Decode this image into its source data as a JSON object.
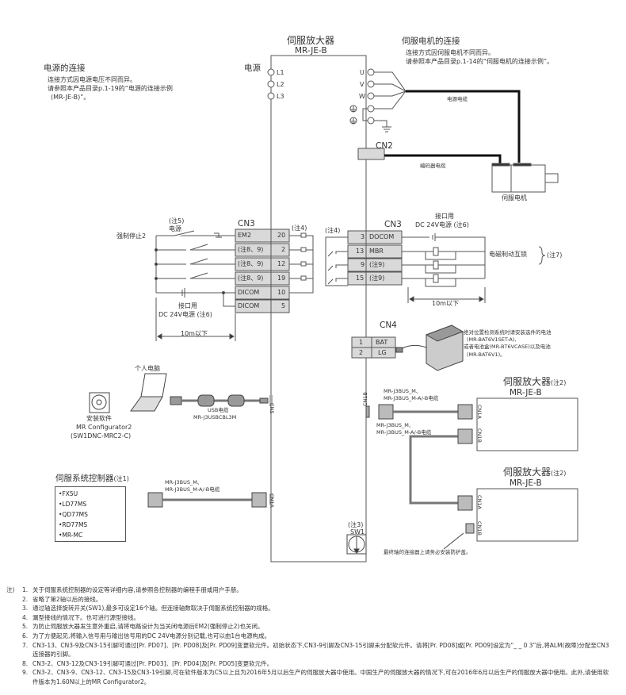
{
  "amplifier": {
    "title": "伺服放大器",
    "model": "MR-JE-B"
  },
  "power": {
    "label": "电源",
    "terminals": [
      "L1",
      "L2",
      "L3"
    ],
    "heading": "电源的连接",
    "lines": [
      "连接方式因电源电压不同而异。",
      "请参照本产品目录p.1-19的“电源的连接示例",
      "(MR-JE-B)”。"
    ]
  },
  "motor_connection": {
    "heading": "伺服电机的连接",
    "lines": [
      "连接方式因伺服电机不同而异。",
      "请参照本产品目录p.1-14的“伺服电机的连接示例”。"
    ],
    "terminals": [
      "U",
      "V",
      "W"
    ],
    "power_cable": "电源电缆",
    "encoder_cable": "编码器电缆",
    "cn2": "CN2",
    "motor_label": "伺服电机"
  },
  "cn3_left": {
    "label": "CN3",
    "note5": "(注5)",
    "power": "电源",
    "forced_stop": "强制停止2",
    "note4": "(注4)",
    "rows": [
      {
        "signal": "EM2",
        "pin": "20"
      },
      {
        "signal": "(注8、9)",
        "pin": "2"
      },
      {
        "signal": "(注8、9)",
        "pin": "12"
      },
      {
        "signal": "(注8、9)",
        "pin": "19"
      },
      {
        "signal": "DICOM",
        "pin": "10"
      },
      {
        "signal": "DICOM",
        "pin": "5"
      }
    ],
    "supply_line1": "接口用",
    "supply_line2": "DC 24V电源 (注6)",
    "distance": "10m以下"
  },
  "cn3_right": {
    "label": "CN3",
    "note4": "(注4)",
    "rows": [
      {
        "pin": "3",
        "signal": "DOCOM"
      },
      {
        "pin": "13",
        "signal": "MBR"
      },
      {
        "pin": "9",
        "signal": "(注9)"
      },
      {
        "pin": "15",
        "signal": "(注9)"
      }
    ],
    "supply_line1": "接口用",
    "supply_line2": "DC 24V电源 (注6)",
    "brake_label": "电磁制动互锁",
    "note7": "(注7)",
    "distance": "10m以下"
  },
  "cn4": {
    "label": "CN4",
    "rows": [
      {
        "pin": "1",
        "signal": "BAT"
      },
      {
        "pin": "2",
        "signal": "LG"
      }
    ],
    "battery_lines": [
      "绝对位置检测系统时请安装选件的电池",
      "(MR-BAT6V1SET-A),",
      "或者电池盒(MR-BT6VCASE)以及电池",
      "(MR-BAT6V1)。"
    ]
  },
  "pc": {
    "label": "个人电脑",
    "software_label": "安装软件",
    "software_name": "MR Configurator2",
    "software_model": "(SW1DNC-MRC2-C)",
    "usb_cable": "USB电缆",
    "usb_cable_model": "MR-J3USBCBL3M",
    "cn5": "CN5"
  },
  "controller": {
    "heading": "伺服系统控制器",
    "note": "(注1)",
    "items": [
      "•FX5U",
      "•LD77MS",
      "•QD77MS",
      "•RD77MS",
      "•MR-MC"
    ],
    "cable_line1": "MR-J3BUS_M、",
    "cable_line2": "MR-J3BUS_M-A/-B电缆",
    "cn1a": "CN1A"
  },
  "axis2": {
    "title": "伺服放大器",
    "note": "(注2)",
    "model": "MR-JE-B",
    "cable_line1": "MR-J3BUS_M、",
    "cable_line2": "MR-J3BUS_M-A/-B电缆",
    "cable2_line1": "MR-J3BUS_M、",
    "cable2_line2": "MR-J3BUS_M-A/-B电缆",
    "cn1a": "CN1A",
    "cn1b": "CN1B",
    "main_cn1b": "CN1B"
  },
  "axis3": {
    "title": "伺服放大器",
    "note": "(注2)",
    "model": "MR-JE-B",
    "cn1a": "CN1A",
    "cn1b": "CN1B",
    "cap_note": "最终轴的连接器上请务必安装防护盖。"
  },
  "sw1": {
    "note": "(注3)",
    "label": "SW1"
  },
  "notes": {
    "label": "注)",
    "items": [
      {
        "num": "1.",
        "text": "关于伺服系统控制器的设定等详细内容,请参照各控制器的编程手册或用户手册。"
      },
      {
        "num": "2.",
        "text": "省略了第2轴以后的接线。"
      },
      {
        "num": "3.",
        "text": "通过轴选择旋转开关(SW1),最多可设定16个轴。但连接轴数取决于伺服系统控制器的规格。"
      },
      {
        "num": "4.",
        "text": "漏型接线的情况下。也可进行源型接线。"
      },
      {
        "num": "5.",
        "text": "为防止伺服放大器发生意外重启,请将电路设计为当关闭电源后EM2(强制停止2)也关闭。"
      },
      {
        "num": "6.",
        "text": "为了方便起见,将输入信号用与输出信号用的DC 24V电源分别记载,也可以由1台电源构成。"
      },
      {
        "num": "7.",
        "text": "CN3-13、CN3-9及CN3-15引脚可通过[Pr. PD07]、[Pr. PD08]及[Pr. PD09]变更软元件。初始状态下,CN3-9引脚及CN3-15引脚未分配软元件。请将[Pr. PD08]或[Pr. PD09]设定为“_ _ 0 3”后,将ALM(故障)分配至CN3连接器的引脚。"
      },
      {
        "num": "8.",
        "text": "CN3-2、CN3-12及CN3-19引脚可通过[Pr. PD03]、[Pr. PD04]及[Pr. PD05]变更软元件。"
      },
      {
        "num": "9.",
        "text": "CN3-2、CN3-9、CN3-12、CN3-15及CN3-19引脚,可在软件版本为C5以上且为2016年5月以后生产的伺服放大器中使用。中国生产的伺服放大器的情况下,可在2016年6月以后生产的伺服放大器中使用。此外,请使用软件版本为1.60N以上的MR Configurator2。"
      }
    ]
  },
  "colors": {
    "line": "#555555",
    "cable": "#111111",
    "fill": "#d9d9d9"
  }
}
